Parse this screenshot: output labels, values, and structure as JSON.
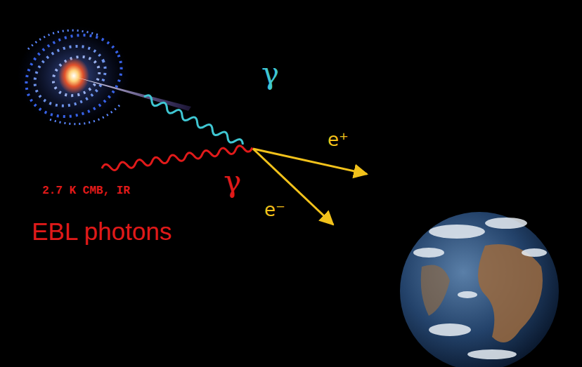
{
  "diagram": {
    "labels": [
      "γ",
      "γ",
      "e⁺",
      "e⁻",
      "2.7 K CMB, IR",
      "EBL photons"
    ]
  }
}
